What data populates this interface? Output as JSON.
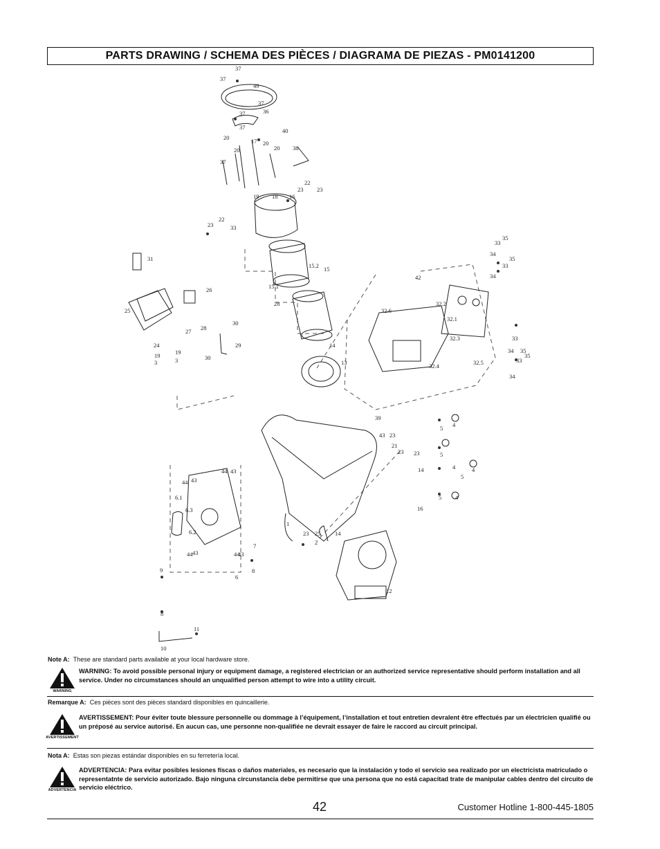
{
  "title": "PARTS DRAWING / SCHEMA DES PIÈCES / DIAGRAMA DE PIEZAS - PM0141200",
  "diagram": {
    "callouts": [
      "37",
      "37",
      "49",
      "37",
      "36",
      "37",
      "37",
      "20",
      "20",
      "17",
      "20",
      "20",
      "37",
      "40",
      "38",
      "19",
      "18",
      "16",
      "23",
      "22",
      "23",
      "23",
      "22",
      "33",
      "31",
      "15.2",
      "15",
      "15.1",
      "28",
      "25",
      "26",
      "27",
      "28",
      "30",
      "24",
      "19",
      "19",
      "3",
      "3",
      "29",
      "30",
      "14",
      "13",
      "42",
      "32.6",
      "32.2",
      "32.1",
      "32.3",
      "32.4",
      "32.5",
      "34",
      "33",
      "35",
      "34",
      "33",
      "35",
      "34",
      "33",
      "35",
      "34",
      "33",
      "35",
      "1",
      "12",
      "6.1",
      "6.3",
      "6.2",
      "44",
      "43",
      "44",
      "43",
      "44",
      "43",
      "44",
      "43",
      "7",
      "9",
      "8",
      "10",
      "11",
      "8",
      "2",
      "23",
      "25",
      "14",
      "23",
      "21",
      "23",
      "14",
      "39",
      "43",
      "23",
      "16",
      "5",
      "4",
      "5",
      "4",
      "5",
      "4",
      "5",
      "4",
      "6"
    ]
  },
  "notes": {
    "en_label": "Note A:",
    "en_text": "These are standard parts available at your local hardware store.",
    "en_icon": "WARNING",
    "en_warning": "WARNING:  To avoid possible personal injury or equipment damage, a registered electrician or an authorized service representative should perform installation and all service. Under no circumstances should an unqualified person attempt to wire into a utility circuit.",
    "fr_label": "Remarque A:",
    "fr_text": "Ces pièces sont des pièces standard disponibles en quincaillerie.",
    "fr_icon": "AVERTISSEMENT",
    "fr_warning": "AVERTISSEMENT:  Pour éviter toute blessure personnelle ou dommage à l’équipement, l’installation et tout entretien devralent être effectués par un électricien qualifié ou un préposé au service autorisé. En aucun cas, une personne non-qualifiée ne devrait essayer de faire le raccord au circuit principal.",
    "es_label": "Nota A:",
    "es_text": "Estas son piezas estándar disponibles en su ferretería local.",
    "es_icon": "ADVERTENCIA",
    "es_warning": "ADVERTENCIA:  Para evitar posibles lesiones físcas o daños materiales, es necesario que la instalación y todo el servicio sea realizado por un electricista matriculado o representatnte de servicio autorizado. Bajo ninguna circunstancia debe permitirse que una persona que no está capacitad trate de manipular cables dentro del circuito de servicio eléctrico."
  },
  "footer": {
    "page_number": "42",
    "hotline": "Customer Hotline 1-800-445-1805"
  }
}
